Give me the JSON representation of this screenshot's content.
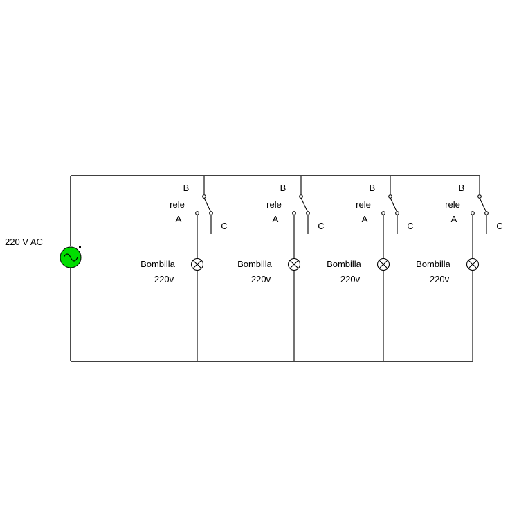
{
  "source": {
    "label": "220 V AC",
    "color": "#00dd00",
    "icon": "ac-voltage-source-icon"
  },
  "branches": [
    {
      "relay_label": "rele",
      "b": "B",
      "a": "A",
      "c": "C",
      "lamp_label": "Bombilla",
      "lamp_voltage": "220v"
    },
    {
      "relay_label": "rele",
      "b": "B",
      "a": "A",
      "c": "C",
      "lamp_label": "Bombilla",
      "lamp_voltage": "220v"
    },
    {
      "relay_label": "rele",
      "b": "B",
      "a": "A",
      "c": "C",
      "lamp_label": "Bombilla",
      "lamp_voltage": "220v"
    },
    {
      "relay_label": "rele",
      "b": "B",
      "a": "A",
      "c": "C",
      "lamp_label": "Bombilla",
      "lamp_voltage": "220v"
    }
  ]
}
